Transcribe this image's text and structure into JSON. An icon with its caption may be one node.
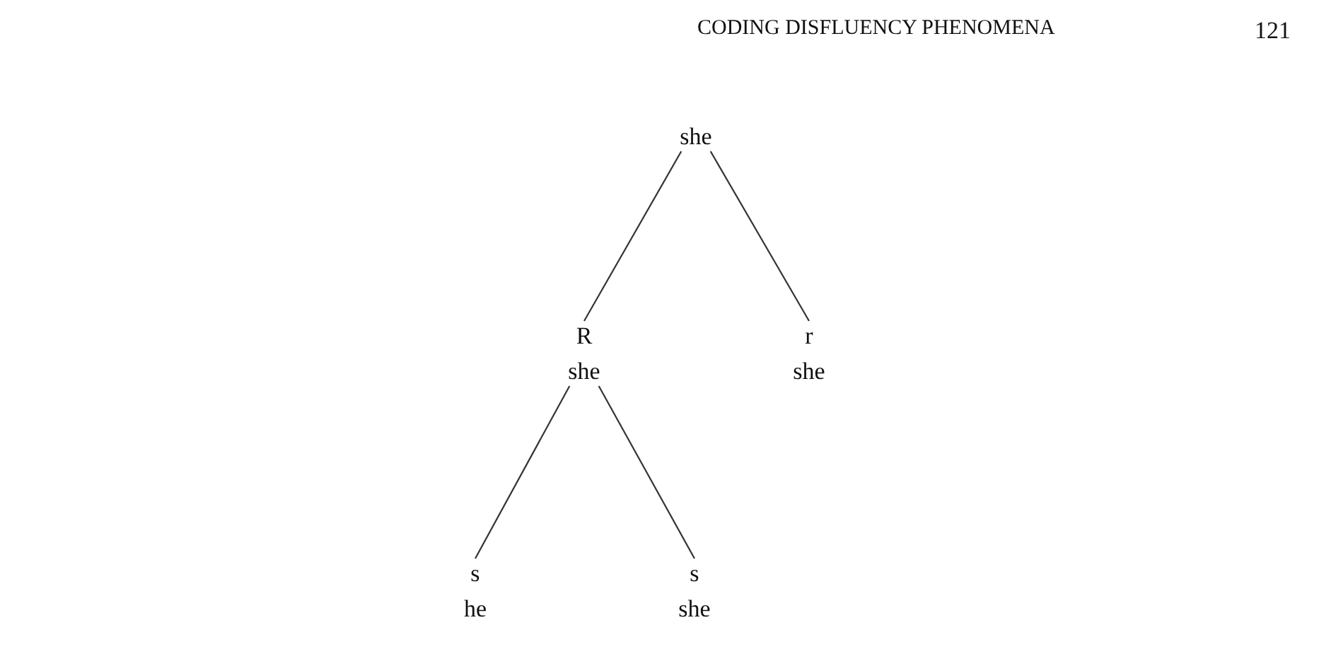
{
  "diagram": {
    "nodes": [
      {
        "text": [
          "she"
        ]
      },
      {
        "text": [
          "R",
          "she"
        ]
      },
      {
        "text": [
          "r",
          "she"
        ]
      },
      {
        "text": [
          "s",
          "he"
        ]
      },
      {
        "text": [
          "s",
          "she"
        ]
      }
    ],
    "edges": [
      {
        "from": 0,
        "to": 1,
        "arrow": "none"
      },
      {
        "from": 0,
        "to": 2,
        "arrow": "none"
      },
      {
        "from": 1,
        "to": 3,
        "arrow": "none"
      },
      {
        "from": 1,
        "to": 4,
        "arrow": "none"
      }
    ],
    "labels": [
      "CODING DISFLUENCY PHENOMENA",
      "121"
    ]
  }
}
